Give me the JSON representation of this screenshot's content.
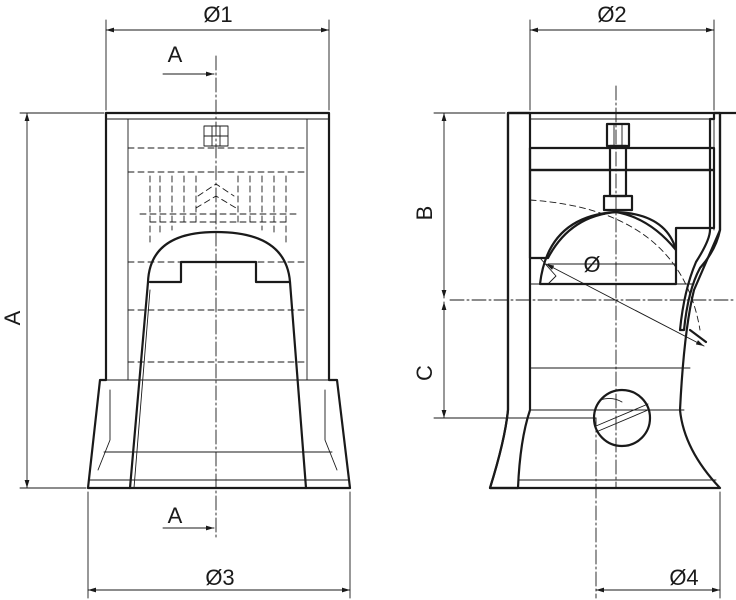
{
  "labels": {
    "d1": "Ø1",
    "d2": "Ø2",
    "d3": "Ø3",
    "d4": "Ø4",
    "dim_a": "A",
    "dim_b": "B",
    "dim_c": "C",
    "section_top": "A",
    "section_bottom": "A",
    "ball_diameter": "Ø"
  }
}
